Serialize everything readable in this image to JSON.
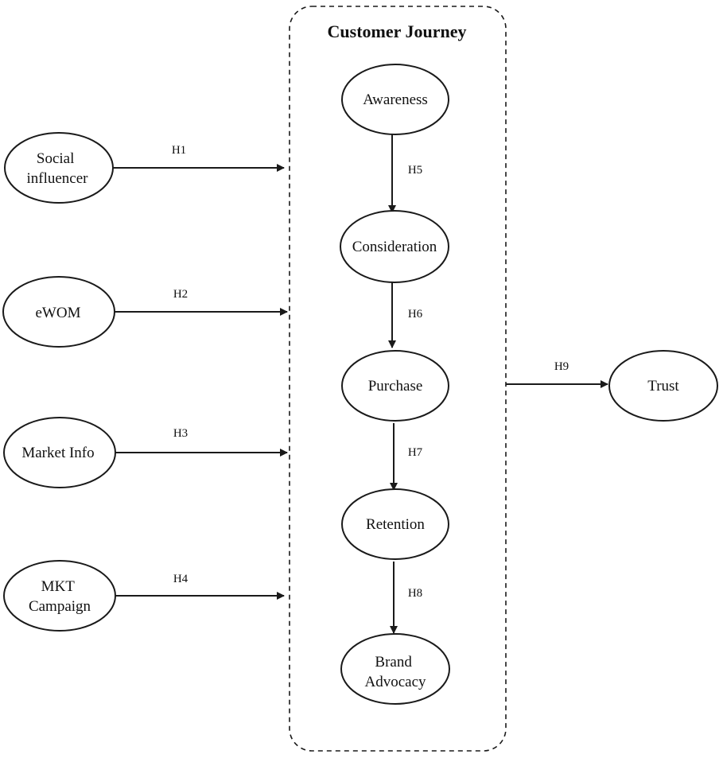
{
  "group": {
    "title": "Customer Journey"
  },
  "nodes": {
    "social": [
      "Social",
      "influencer"
    ],
    "ewom": [
      "eWOM"
    ],
    "market": [
      "Market Info"
    ],
    "mkt": [
      "MKT",
      "Campaign"
    ],
    "awareness": [
      "Awareness"
    ],
    "consideration": [
      "Consideration"
    ],
    "purchase": [
      "Purchase"
    ],
    "retention": [
      "Retention"
    ],
    "advocacy": [
      "Brand",
      "Advocacy"
    ],
    "trust": [
      "Trust"
    ]
  },
  "edges": {
    "h1": "H1",
    "h2": "H2",
    "h3": "H3",
    "h4": "H4",
    "h5": "H5",
    "h6": "H6",
    "h7": "H7",
    "h8": "H8",
    "h9": "H9"
  }
}
